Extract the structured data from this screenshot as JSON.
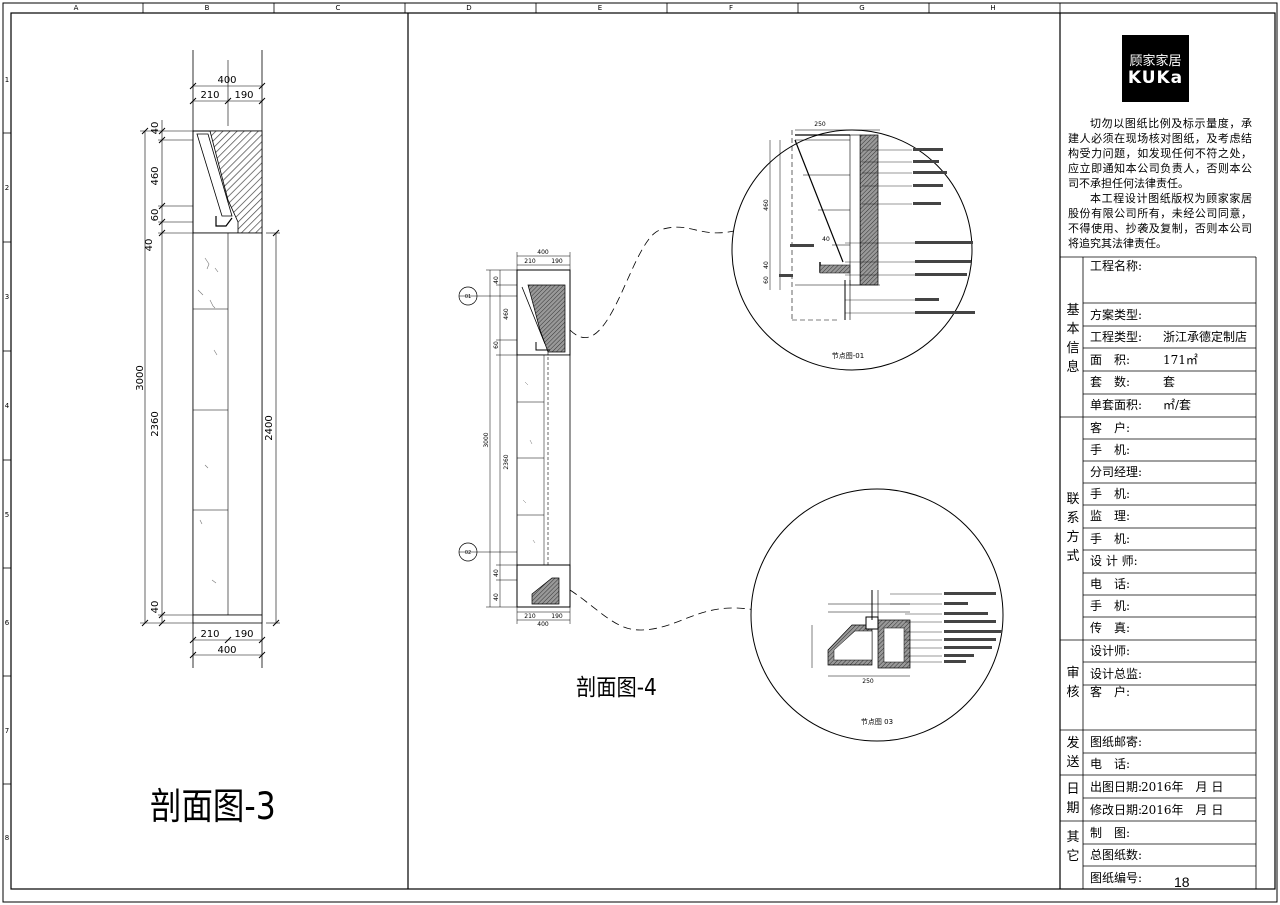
{
  "grid_top_labels": [
    "A",
    "B",
    "C",
    "D",
    "E",
    "F",
    "G",
    "H"
  ],
  "grid_side_labels": [
    "1",
    "2",
    "3",
    "4",
    "5",
    "6",
    "7",
    "8"
  ],
  "logo": {
    "cn": "顾家家居",
    "en": "KUKa"
  },
  "notice": {
    "para1": "切勿以图纸比例及标示量度，承建人必须在现场核对图纸，及考虑结构受力问题，如发现任何不符之处，应立即通知本公司负责人，否则本公司不承担任何法律责任。",
    "para2": "本工程设计图纸版权为顾家家居股份有限公司所有，未经公司同意，不得使用、抄袭及复制，否则本公司将追究其法律责任。"
  },
  "title_block": {
    "sections": {
      "basic": "基本信息",
      "contact": "联系方式",
      "review": "审核",
      "send": "发送",
      "date": "日期",
      "other": "其它"
    },
    "rows": {
      "project_name": "工程名称:",
      "scheme_type": "方案类型:",
      "project_type": "工程类型:",
      "project_type_value": "浙江承德定制店",
      "area": "面　积:",
      "area_value": "171㎡",
      "sets": "套　数:",
      "sets_value": "套",
      "unit_area": "单套面积:",
      "unit_area_value": "㎡/套",
      "client": "客　户:",
      "phone1": "手　机:",
      "branch_manager": "分司经理:",
      "phone2": "手　机:",
      "supervisor": "监　理:",
      "phone3": "手　机:",
      "designer": "设 计 师:",
      "tel": "电　话:",
      "phone4": "手　机:",
      "fax": "传　真:",
      "review_designer": "设计师:",
      "design_director": "设计总监:",
      "review_client": "客　户:",
      "mail_dept": "图纸邮寄:",
      "send_tel": "电　话:",
      "issue_date": "出图日期:",
      "issue_date_value": "2016年　月 日",
      "revise_date": "修改日期:",
      "revise_date_value": "2016年　月 日",
      "drawing": "制　图:",
      "total_sheets": "总图纸数:",
      "sheet_no": "图纸编号:",
      "sheet_no_value": "18"
    }
  },
  "section3": {
    "title": "剖面图-3",
    "dims": {
      "top_total": "400",
      "top_left": "210",
      "top_right": "190",
      "v40a": "40",
      "v460": "460",
      "v60": "60",
      "v40b": "40",
      "v3000": "3000",
      "v2360": "2360",
      "v40c": "40",
      "v2400": "2400",
      "bot_left": "210",
      "bot_right": "190",
      "bot_total": "400"
    }
  },
  "section4": {
    "title": "剖面图-4",
    "dims": {
      "top_total": "400",
      "top_left": "210",
      "top_right": "190",
      "v40a": "40",
      "v460": "460",
      "v60": "60",
      "v3000": "3000",
      "v2360": "2360",
      "v40b": "40",
      "v40c": "40",
      "bot_left": "210",
      "bot_right": "190",
      "bot_total": "400"
    },
    "markers": [
      "01",
      "02"
    ]
  },
  "detail01": {
    "caption": "节点图-01",
    "dim_top": "250",
    "dim_left": "40",
    "dim_mid": "460",
    "dim_small": "40",
    "dim_60": "60"
  },
  "detail03": {
    "caption": "节点图 03",
    "dim_bottom": "250"
  }
}
